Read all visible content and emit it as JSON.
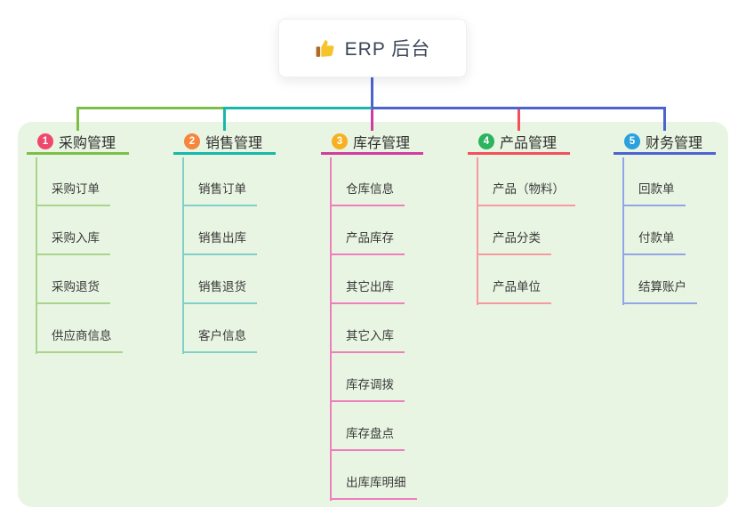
{
  "root": {
    "label": "ERP 后台",
    "icon": "thumbs-up-icon",
    "line_color": "#4d63cf"
  },
  "canvas": {
    "panel_bg": "#e9f5e3",
    "background": "#ffffff"
  },
  "branches": [
    {
      "num": "1",
      "title": "采购管理",
      "badge_color": "#f0486c",
      "line_color": "#7cbf48",
      "light_color": "#a9d48b",
      "children": [
        "采购订单",
        "采购入库",
        "采购退货",
        "供应商信息"
      ]
    },
    {
      "num": "2",
      "title": "销售管理",
      "badge_color": "#f6863b",
      "line_color": "#17b8ab",
      "light_color": "#7ed0c8",
      "children": [
        "销售订单",
        "销售出库",
        "销售退货",
        "客户信息"
      ]
    },
    {
      "num": "3",
      "title": "库存管理",
      "badge_color": "#f8b021",
      "line_color": "#cf3da0",
      "light_color": "#ee7fbd",
      "children": [
        "仓库信息",
        "产品库存",
        "其它出库",
        "其它入库",
        "库存调拨",
        "库存盘点",
        "出库库明细"
      ]
    },
    {
      "num": "4",
      "title": "产品管理",
      "badge_color": "#2bb45d",
      "line_color": "#f3505c",
      "light_color": "#f79aa0",
      "children": [
        "产品（物料）",
        "产品分类",
        "产品单位"
      ]
    },
    {
      "num": "5",
      "title": "财务管理",
      "badge_color": "#2aa0dc",
      "line_color": "#4d63cf",
      "light_color": "#93a5e4",
      "children": [
        "回款单",
        "付款单",
        "结算账户"
      ]
    }
  ]
}
